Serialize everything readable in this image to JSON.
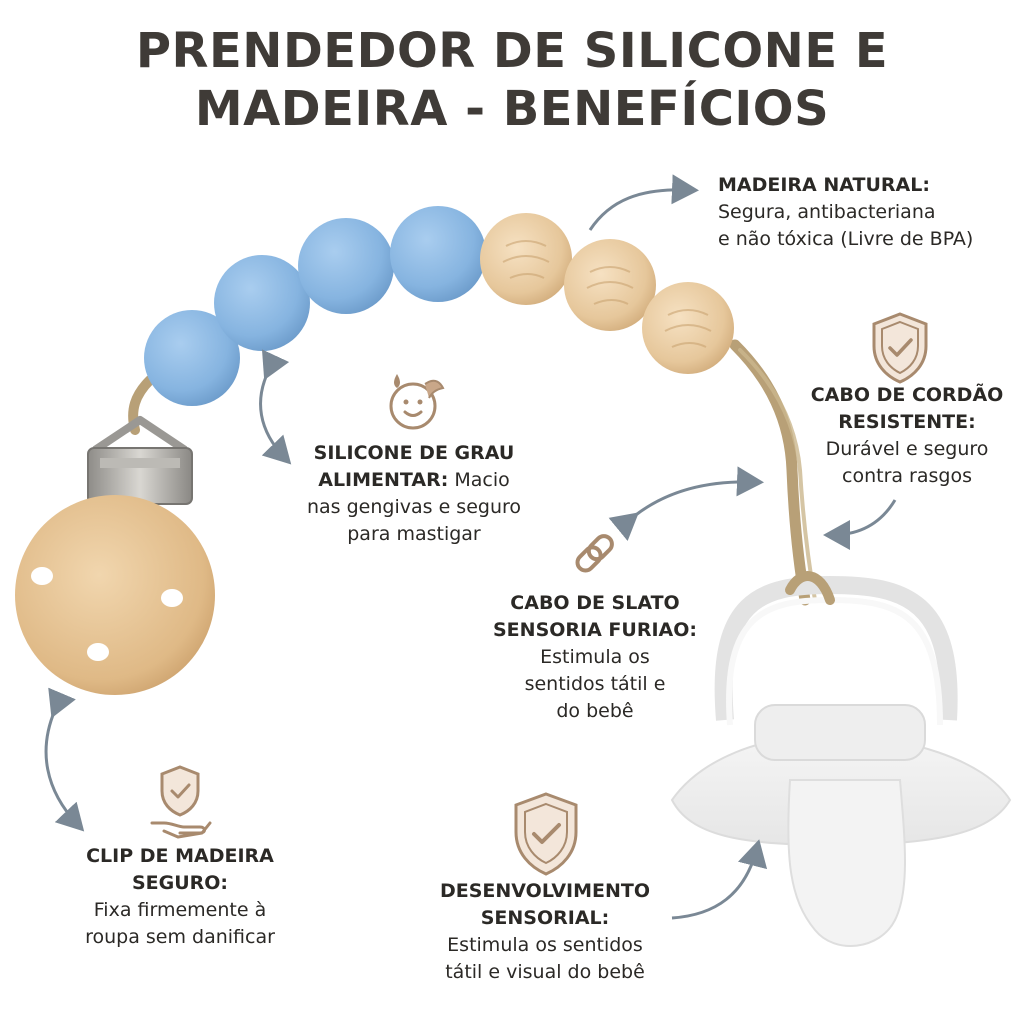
{
  "title": {
    "line1": "PRENDEDOR DE SILICONE E",
    "line2": "MADEIRA - BENEFÍCIOS"
  },
  "icons": [
    "baby-face-icon",
    "shield-check-icon",
    "chain-link-icon",
    "hand-shield-icon",
    "arrow-icon"
  ],
  "colors": {
    "title": "#3f3b37",
    "text": "#2b2926",
    "silicone_bead": "#8cb8e2",
    "wood": "#e8c89c",
    "cord": "#b8a077",
    "icon": "#a88a6e",
    "arrow": "#7a8895"
  },
  "benefits": {
    "madeira": {
      "heading": "MADEIRA NATURAL:",
      "line1": "Segura, antibacteriana",
      "line2": "e não tóxica (Livre de BPA)"
    },
    "cabo": {
      "heading1": "CABO DE CORDÃO",
      "heading2": "RESISTENTE:",
      "line1": "Durável e seguro",
      "line2": "contra rasgos"
    },
    "silicone": {
      "heading1": "SILICONE DE GRAU",
      "heading2": "ALIMENTAR:",
      "line1_rest": " Macio",
      "line2": "nas gengivas e seguro",
      "line3": "para mastigar"
    },
    "slato": {
      "heading1": "CABO DE SLATO",
      "heading2": "SENSORIA FURIAO:",
      "line1": "Estimula os",
      "line2": "sentidos tátil e",
      "line3": "do bebê"
    },
    "clip": {
      "heading1": "CLIP DE MADEIRA",
      "heading2": "SEGURO:",
      "line1": "Fixa firmemente à",
      "line2": "roupa sem danificar"
    },
    "desenvolvimento": {
      "heading1": "DESENVOLVIMENTO",
      "heading2": "SENSORIAL:",
      "line1": "Estimula os sentidos",
      "line2": "tátil e visual do bebê"
    }
  }
}
